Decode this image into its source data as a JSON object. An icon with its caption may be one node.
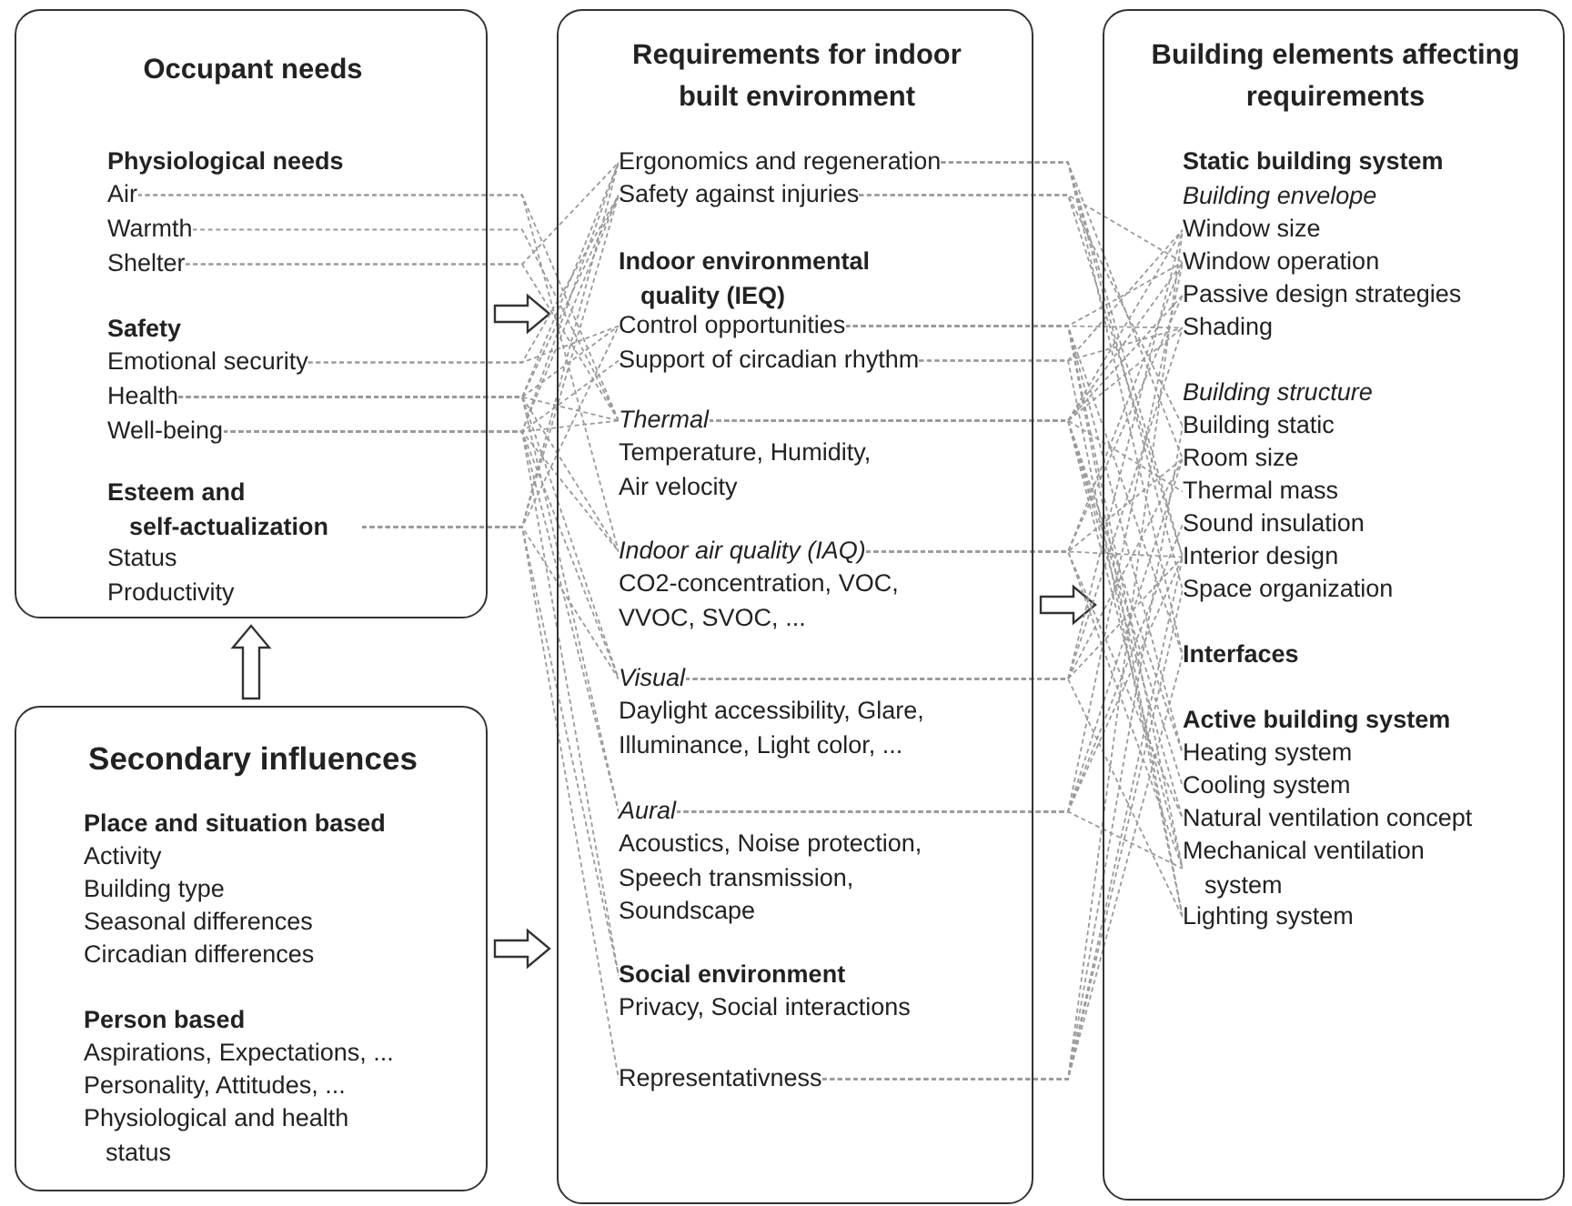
{
  "diagram": {
    "nodes": [
      {
        "text": [
          "Occupant needs"
        ]
      },
      {
        "text": [
          "Physiological needs"
        ],
        "in": 0
      },
      {
        "text": [
          "Air"
        ],
        "in": 0
      },
      {
        "text": [
          "Warmth"
        ],
        "in": 0
      },
      {
        "text": [
          "Shelter"
        ],
        "in": 0
      },
      {
        "text": [
          "Safety"
        ],
        "in": 0
      },
      {
        "text": [
          "Emotional security"
        ],
        "in": 0
      },
      {
        "text": [
          "Health"
        ],
        "in": 0
      },
      {
        "text": [
          "Well-being"
        ],
        "in": 0
      },
      {
        "text": [
          "Esteem and self-actualization"
        ],
        "in": 0
      },
      {
        "text": [
          "Status"
        ],
        "in": 0
      },
      {
        "text": [
          "Productivity"
        ],
        "in": 0
      },
      {
        "text": [
          "Secondary influences"
        ]
      },
      {
        "text": [
          "Place and situation based"
        ],
        "in": 12
      },
      {
        "text": [
          "Activity"
        ],
        "in": 12
      },
      {
        "text": [
          "Building type"
        ],
        "in": 12
      },
      {
        "text": [
          "Seasonal differences"
        ],
        "in": 12
      },
      {
        "text": [
          "Circadian differences"
        ],
        "in": 12
      },
      {
        "text": [
          "Person based"
        ],
        "in": 12
      },
      {
        "text": [
          "Aspirations, Expectations, ..."
        ],
        "in": 12
      },
      {
        "text": [
          "Personality, Attitudes, ..."
        ],
        "in": 12
      },
      {
        "text": [
          "Physiological and health status"
        ],
        "in": 12
      },
      {
        "text": [
          "Requirements for indoor built environment"
        ]
      },
      {
        "text": [
          "Ergonomics and regeneration"
        ],
        "in": 22
      },
      {
        "text": [
          "Safety against injuries"
        ],
        "in": 22
      },
      {
        "text": [
          "Indoor environmental quality (IEQ)"
        ],
        "in": 22
      },
      {
        "text": [
          "Control opportunities"
        ],
        "in": 22
      },
      {
        "text": [
          "Support of circadian rhythm"
        ],
        "in": 22
      },
      {
        "text": [
          "Thermal"
        ],
        "in": 22
      },
      {
        "text": [
          "Temperature, Humidity, Air velocity"
        ],
        "in": 22
      },
      {
        "text": [
          "Indoor air quality (IAQ)"
        ],
        "in": 22
      },
      {
        "text": [
          "CO2-concentration, VOC, VVOC, SVOC, ..."
        ],
        "in": 22
      },
      {
        "text": [
          "Visual"
        ],
        "in": 22
      },
      {
        "text": [
          "Daylight accessibility, Glare, Illuminance, Light color, ..."
        ],
        "in": 22
      },
      {
        "text": [
          "Aural"
        ],
        "in": 22
      },
      {
        "text": [
          "Acoustics, Noise protection, Speech transmission, Soundscape"
        ],
        "in": 22
      },
      {
        "text": [
          "Social environment"
        ],
        "in": 22
      },
      {
        "text": [
          "Privacy, Social interactions"
        ],
        "in": 22
      },
      {
        "text": [
          "Representativness"
        ],
        "in": 22
      },
      {
        "text": [
          "Building elements affecting requirements"
        ]
      },
      {
        "text": [
          "Static building system"
        ],
        "in": 39
      },
      {
        "text": [
          "Building envelope"
        ],
        "in": 39
      },
      {
        "text": [
          "Window size"
        ],
        "in": 39
      },
      {
        "text": [
          "Window operation"
        ],
        "in": 39
      },
      {
        "text": [
          "Passive design strategies"
        ],
        "in": 39
      },
      {
        "text": [
          "Shading"
        ],
        "in": 39
      },
      {
        "text": [
          "Building structure"
        ],
        "in": 39
      },
      {
        "text": [
          "Building static"
        ],
        "in": 39
      },
      {
        "text": [
          "Room size"
        ],
        "in": 39
      },
      {
        "text": [
          "Thermal mass"
        ],
        "in": 39
      },
      {
        "text": [
          "Sound insulation"
        ],
        "in": 39
      },
      {
        "text": [
          "Interior design"
        ],
        "in": 39
      },
      {
        "text": [
          "Space organization"
        ],
        "in": 39
      },
      {
        "text": [
          "Interfaces"
        ],
        "in": 39
      },
      {
        "text": [
          "Active building system"
        ],
        "in": 39
      },
      {
        "text": [
          "Heating system"
        ],
        "in": 39
      },
      {
        "text": [
          "Cooling system"
        ],
        "in": 39
      },
      {
        "text": [
          "Natural ventilation concept"
        ],
        "in": 39
      },
      {
        "text": [
          "Mechanical ventilation system"
        ],
        "in": 39
      },
      {
        "text": [
          "Lighting system"
        ],
        "in": 39
      }
    ],
    "edges": [
      {
        "from": 0,
        "to": 22,
        "arrow": "to"
      },
      {
        "from": 12,
        "to": 0,
        "arrow": "to"
      },
      {
        "from": 12,
        "to": 22,
        "arrow": "to"
      },
      {
        "from": 22,
        "to": 39,
        "arrow": "to"
      },
      {
        "from": 2,
        "to": 28,
        "arrow": "none",
        "style": "dashed"
      },
      {
        "from": 2,
        "to": 30,
        "arrow": "none",
        "style": "dashed"
      },
      {
        "from": 3,
        "to": 28,
        "arrow": "none",
        "style": "dashed"
      },
      {
        "from": 4,
        "to": 23,
        "arrow": "none",
        "style": "dashed"
      },
      {
        "from": 4,
        "to": 28,
        "arrow": "none",
        "style": "dashed"
      },
      {
        "from": 6,
        "to": 24,
        "arrow": "none",
        "style": "dashed"
      },
      {
        "from": 6,
        "to": 26,
        "arrow": "none",
        "style": "dashed"
      },
      {
        "from": 7,
        "to": 23,
        "arrow": "none",
        "style": "dashed"
      },
      {
        "from": 7,
        "to": 24,
        "arrow": "none",
        "style": "dashed"
      },
      {
        "from": 7,
        "to": 26,
        "arrow": "none",
        "style": "dashed"
      },
      {
        "from": 7,
        "to": 28,
        "arrow": "none",
        "style": "dashed"
      },
      {
        "from": 7,
        "to": 30,
        "arrow": "none",
        "style": "dashed"
      },
      {
        "from": 7,
        "to": 32,
        "arrow": "none",
        "style": "dashed"
      },
      {
        "from": 7,
        "to": 34,
        "arrow": "none",
        "style": "dashed"
      },
      {
        "from": 8,
        "to": 23,
        "arrow": "none",
        "style": "dashed"
      },
      {
        "from": 8,
        "to": 24,
        "arrow": "none",
        "style": "dashed"
      },
      {
        "from": 8,
        "to": 27,
        "arrow": "none",
        "style": "dashed"
      },
      {
        "from": 8,
        "to": 28,
        "arrow": "none",
        "style": "dashed"
      },
      {
        "from": 8,
        "to": 30,
        "arrow": "none",
        "style": "dashed"
      },
      {
        "from": 8,
        "to": 32,
        "arrow": "none",
        "style": "dashed"
      },
      {
        "from": 8,
        "to": 34,
        "arrow": "none",
        "style": "dashed"
      },
      {
        "from": 8,
        "to": 36,
        "arrow": "none",
        "style": "dashed"
      },
      {
        "from": 9,
        "to": 23,
        "arrow": "none",
        "style": "dashed"
      },
      {
        "from": 9,
        "to": 24,
        "arrow": "none",
        "style": "dashed"
      },
      {
        "from": 9,
        "to": 26,
        "arrow": "none",
        "style": "dashed"
      },
      {
        "from": 9,
        "to": 32,
        "arrow": "none",
        "style": "dashed"
      },
      {
        "from": 9,
        "to": 36,
        "arrow": "none",
        "style": "dashed"
      },
      {
        "from": 9,
        "to": 38,
        "arrow": "none",
        "style": "dashed"
      },
      {
        "from": 23,
        "to": 48,
        "arrow": "none",
        "style": "dashed"
      },
      {
        "from": 23,
        "to": 51,
        "arrow": "none",
        "style": "dashed"
      },
      {
        "from": 23,
        "to": 52,
        "arrow": "none",
        "style": "dashed"
      },
      {
        "from": 23,
        "to": 53,
        "arrow": "none",
        "style": "dashed"
      },
      {
        "from": 24,
        "to": 43,
        "arrow": "none",
        "style": "dashed"
      },
      {
        "from": 24,
        "to": 47,
        "arrow": "none",
        "style": "dashed"
      },
      {
        "from": 24,
        "to": 51,
        "arrow": "none",
        "style": "dashed"
      },
      {
        "from": 26,
        "to": 43,
        "arrow": "none",
        "style": "dashed"
      },
      {
        "from": 26,
        "to": 45,
        "arrow": "none",
        "style": "dashed"
      },
      {
        "from": 26,
        "to": 53,
        "arrow": "none",
        "style": "dashed"
      },
      {
        "from": 26,
        "to": 55,
        "arrow": "none",
        "style": "dashed"
      },
      {
        "from": 26,
        "to": 58,
        "arrow": "none",
        "style": "dashed"
      },
      {
        "from": 26,
        "to": 59,
        "arrow": "none",
        "style": "dashed"
      },
      {
        "from": 27,
        "to": 42,
        "arrow": "none",
        "style": "dashed"
      },
      {
        "from": 27,
        "to": 45,
        "arrow": "none",
        "style": "dashed"
      },
      {
        "from": 27,
        "to": 59,
        "arrow": "none",
        "style": "dashed"
      },
      {
        "from": 28,
        "to": 42,
        "arrow": "none",
        "style": "dashed"
      },
      {
        "from": 28,
        "to": 43,
        "arrow": "none",
        "style": "dashed"
      },
      {
        "from": 28,
        "to": 44,
        "arrow": "none",
        "style": "dashed"
      },
      {
        "from": 28,
        "to": 45,
        "arrow": "none",
        "style": "dashed"
      },
      {
        "from": 28,
        "to": 49,
        "arrow": "none",
        "style": "dashed"
      },
      {
        "from": 28,
        "to": 55,
        "arrow": "none",
        "style": "dashed"
      },
      {
        "from": 28,
        "to": 56,
        "arrow": "none",
        "style": "dashed"
      },
      {
        "from": 28,
        "to": 57,
        "arrow": "none",
        "style": "dashed"
      },
      {
        "from": 28,
        "to": 58,
        "arrow": "none",
        "style": "dashed"
      },
      {
        "from": 30,
        "to": 43,
        "arrow": "none",
        "style": "dashed"
      },
      {
        "from": 30,
        "to": 44,
        "arrow": "none",
        "style": "dashed"
      },
      {
        "from": 30,
        "to": 48,
        "arrow": "none",
        "style": "dashed"
      },
      {
        "from": 30,
        "to": 51,
        "arrow": "none",
        "style": "dashed"
      },
      {
        "from": 30,
        "to": 57,
        "arrow": "none",
        "style": "dashed"
      },
      {
        "from": 30,
        "to": 58,
        "arrow": "none",
        "style": "dashed"
      },
      {
        "from": 32,
        "to": 42,
        "arrow": "none",
        "style": "dashed"
      },
      {
        "from": 32,
        "to": 45,
        "arrow": "none",
        "style": "dashed"
      },
      {
        "from": 32,
        "to": 48,
        "arrow": "none",
        "style": "dashed"
      },
      {
        "from": 32,
        "to": 51,
        "arrow": "none",
        "style": "dashed"
      },
      {
        "from": 32,
        "to": 59,
        "arrow": "none",
        "style": "dashed"
      },
      {
        "from": 34,
        "to": 43,
        "arrow": "none",
        "style": "dashed"
      },
      {
        "from": 34,
        "to": 48,
        "arrow": "none",
        "style": "dashed"
      },
      {
        "from": 34,
        "to": 50,
        "arrow": "none",
        "style": "dashed"
      },
      {
        "from": 34,
        "to": 51,
        "arrow": "none",
        "style": "dashed"
      },
      {
        "from": 34,
        "to": 58,
        "arrow": "none",
        "style": "dashed"
      },
      {
        "from": 38,
        "to": 42,
        "arrow": "none",
        "style": "dashed"
      },
      {
        "from": 38,
        "to": 47,
        "arrow": "none",
        "style": "dashed"
      },
      {
        "from": 38,
        "to": 51,
        "arrow": "none",
        "style": "dashed"
      },
      {
        "from": 38,
        "to": 52,
        "arrow": "none",
        "style": "dashed"
      },
      {
        "from": 38,
        "to": 53,
        "arrow": "none",
        "style": "dashed"
      }
    ]
  }
}
